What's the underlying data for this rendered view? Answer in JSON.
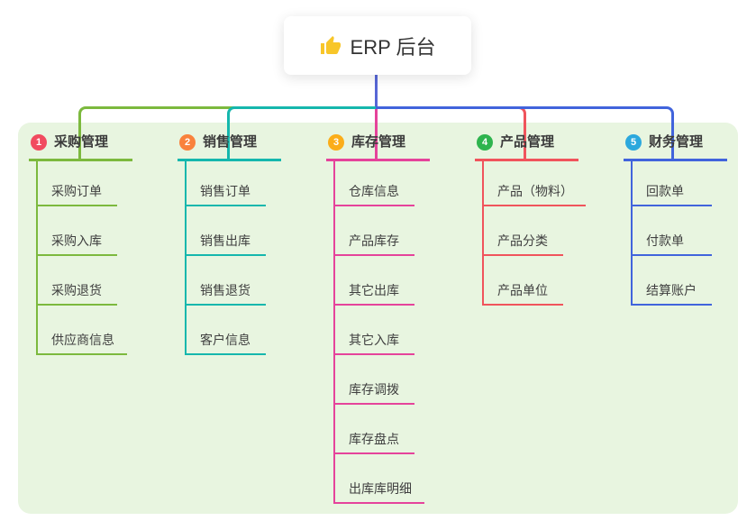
{
  "root": {
    "title": "ERP 后台",
    "icon": "thumbs-up",
    "icon_color": "#f8c629"
  },
  "canvas": {
    "background": "#ffffff",
    "panel_background": "#e8f5e0",
    "trunk_color": "#5767d6"
  },
  "branches": [
    {
      "index": "1",
      "label": "采购管理",
      "badge_color": "#f14b5f",
      "line_color": "#7cb93e",
      "items": [
        "采购订单",
        "采购入库",
        "采购退货",
        "供应商信息"
      ]
    },
    {
      "index": "2",
      "label": "销售管理",
      "badge_color": "#f9823c",
      "line_color": "#15b7ad",
      "items": [
        "销售订单",
        "销售出库",
        "销售退货",
        "客户信息"
      ]
    },
    {
      "index": "3",
      "label": "库存管理",
      "badge_color": "#fbad19",
      "line_color": "#e5439b",
      "items": [
        "仓库信息",
        "产品库存",
        "其它出库",
        "其它入库",
        "库存调拨",
        "库存盘点",
        "出库库明细"
      ]
    },
    {
      "index": "4",
      "label": "产品管理",
      "badge_color": "#2eb44e",
      "line_color": "#f0545c",
      "items": [
        "产品（物料）",
        "产品分类",
        "产品单位"
      ]
    },
    {
      "index": "5",
      "label": "财务管理",
      "badge_color": "#2ba8dd",
      "line_color": "#4164dc",
      "items": [
        "回款单",
        "付款单",
        "结算账户"
      ]
    }
  ]
}
